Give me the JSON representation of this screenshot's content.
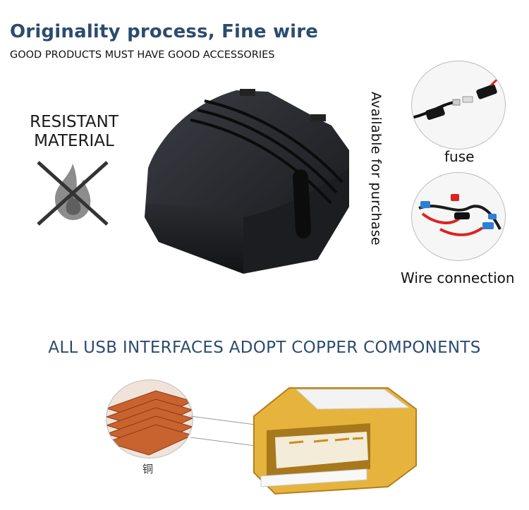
{
  "header": {
    "title": "Originality process, Fine wire",
    "subtitle": "GOOD PRODUCTS MUST HAVE GOOD ACCESSORIES"
  },
  "feature": {
    "line1": "RESISTANT",
    "line2": "MATERIAL",
    "icon": "no-fire-icon"
  },
  "side_note": "Available for purchase",
  "accessories": [
    {
      "label": "fuse",
      "icon": "fuse-photo"
    },
    {
      "label": "Wire connection",
      "icon": "wire-connector-photo"
    }
  ],
  "usb_section": {
    "heading": "ALL USB INTERFACES ADOPT COPPER COMPONENTS",
    "copper_label": "铜"
  },
  "colors": {
    "heading_blue": "#2c4c6e",
    "copper": "#c8622f",
    "usb_gold": "#e6b43c"
  }
}
